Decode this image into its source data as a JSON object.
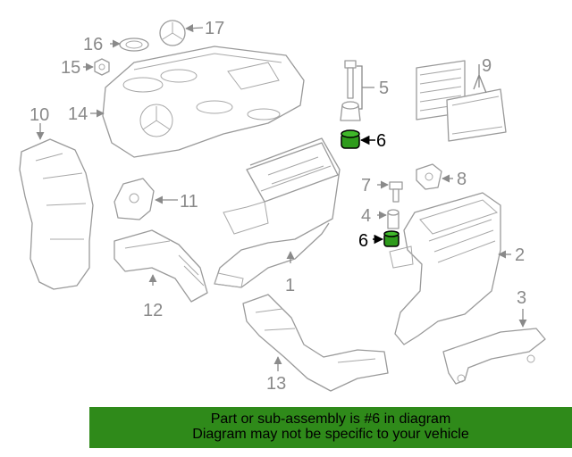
{
  "diagram": {
    "callouts": [
      "1",
      "2",
      "3",
      "4",
      "5",
      "6",
      "6",
      "7",
      "8",
      "9",
      "10",
      "11",
      "12",
      "13",
      "14",
      "15",
      "16",
      "17"
    ],
    "highlighted_part": "6",
    "highlight_color": "#2e9b1c"
  },
  "banner": {
    "line1": "Part or sub-assembly is #6 in diagram",
    "line2": "Diagram may not be specific to your vehicle",
    "background": "#2f8a1a"
  }
}
